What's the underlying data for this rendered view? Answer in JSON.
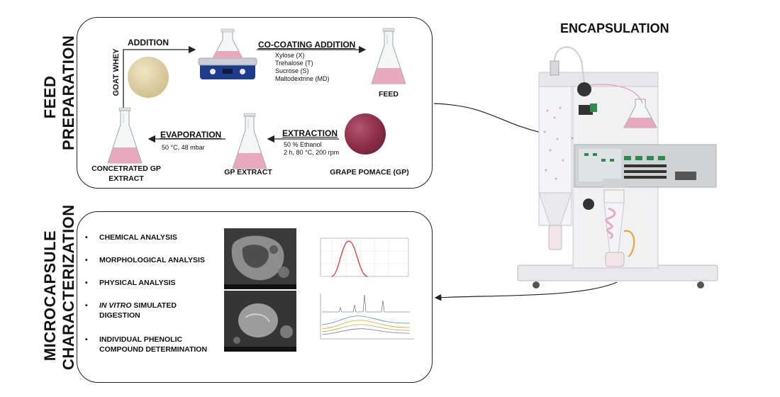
{
  "titles": {
    "feed_preparation": [
      "FEED",
      "PREPARATION"
    ],
    "microcapsule_characterization": [
      "MICROCAPSULE",
      "CHARACTERIZATION"
    ],
    "encapsulation": "ENCAPSULATION"
  },
  "feed": {
    "goat_whey": "GOAT WHEY",
    "addition": "ADDITION",
    "co_coating_addition": "CO-COATING ADDITION",
    "co_coatings": [
      "Xylose (X)",
      "Trehalose (T)",
      "Sucrose (S)",
      "Maltodextrine (MD)"
    ],
    "feed_label": "FEED",
    "evaporation": "EVAPORATION",
    "evaporation_conditions": "50 °C, 48 mbar",
    "extraction": "EXTRACTION",
    "extraction_conditions": [
      "50 % Ethanol",
      "2 h, 80 °C, 200 rpm"
    ],
    "concentrated_label": [
      "CONCETRATED  GP",
      "EXTRACT"
    ],
    "gp_extract_label": "GP EXTRACT",
    "grape_pomace_label": "GRAPE POMACE  (GP)"
  },
  "characterization": {
    "bullet_char": "•",
    "items": [
      [
        "CHEMICAL ANALYSIS"
      ],
      [
        "MORPHOLOGICAL ANALYSIS"
      ],
      [
        "PHYSICAL ANALYSIS"
      ],
      [
        "IN VITRO",
        " SIMULATED",
        "DIGESTION"
      ],
      [
        "INDIVIDUAL  PHENOLIC",
        "COMPOUND  DETERMINATION"
      ]
    ]
  },
  "colors": {
    "liquid_pink": "#e7a9bd",
    "grape_pomace": "#8c2f4a",
    "goat_whey": "#dfd1a8",
    "plate_blue": "#1d3c8c",
    "distribution_curve": "#d22b2b",
    "xrd_series": [
      "#4f8fd6",
      "#e2a12b",
      "#9bbf48",
      "#7b6bd0"
    ]
  },
  "icons": [
    "erlenmeyer-flask-icon",
    "magnetic-stirrer-icon",
    "spray-dryer-icon",
    "sem-micrograph",
    "particle-distribution-chart",
    "xrd-pattern-chart"
  ]
}
